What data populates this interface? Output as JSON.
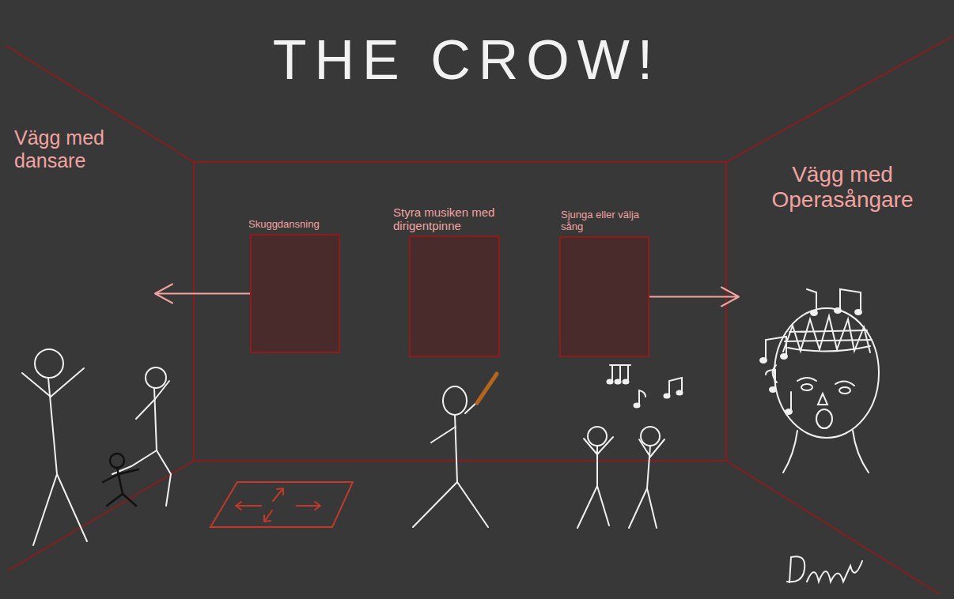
{
  "diagram": {
    "title": "THE CROW!",
    "nodes": [
      {
        "text": [
          "Vägg med dansare"
        ]
      },
      {
        "text": [
          "Skuggdansning"
        ]
      },
      {
        "text": [
          "Styra musiken med dirigentpinne"
        ]
      },
      {
        "text": [
          "Sjunga eller välja sång"
        ]
      },
      {
        "text": [
          "Vägg med Operasångare"
        ]
      }
    ],
    "edges": [
      {
        "from": 1,
        "to": 0,
        "arrow": "to"
      },
      {
        "from": 3,
        "to": 4,
        "arrow": "to"
      }
    ]
  }
}
